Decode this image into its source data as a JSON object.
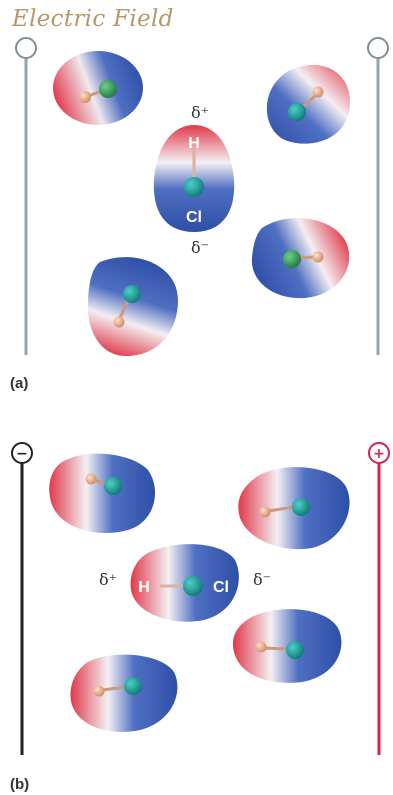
{
  "title": "Electric Field",
  "panel_a": {
    "label": "(a)",
    "delta_plus": "δ⁺",
    "delta_minus": "δ⁻",
    "atom_h": "H",
    "atom_cl": "Cl"
  },
  "panel_b": {
    "label": "(b)",
    "delta_plus": "δ⁺",
    "delta_minus": "δ⁻",
    "atom_h": "H",
    "atom_cl": "Cl",
    "neg_terminal": "−",
    "pos_terminal": "+"
  },
  "colors": {
    "positive": "#e0394a",
    "negative": "#3457b4",
    "neutral": "#f1f1f5",
    "h_atom": "#e8b28c",
    "cl_atom_green": "#2f9a55",
    "cl_atom_teal": "#138f8c",
    "plate_neutral": "#8fa5b3",
    "plate_negative": "#222222",
    "plate_positive": "#d92151",
    "title": "#b8956a"
  }
}
